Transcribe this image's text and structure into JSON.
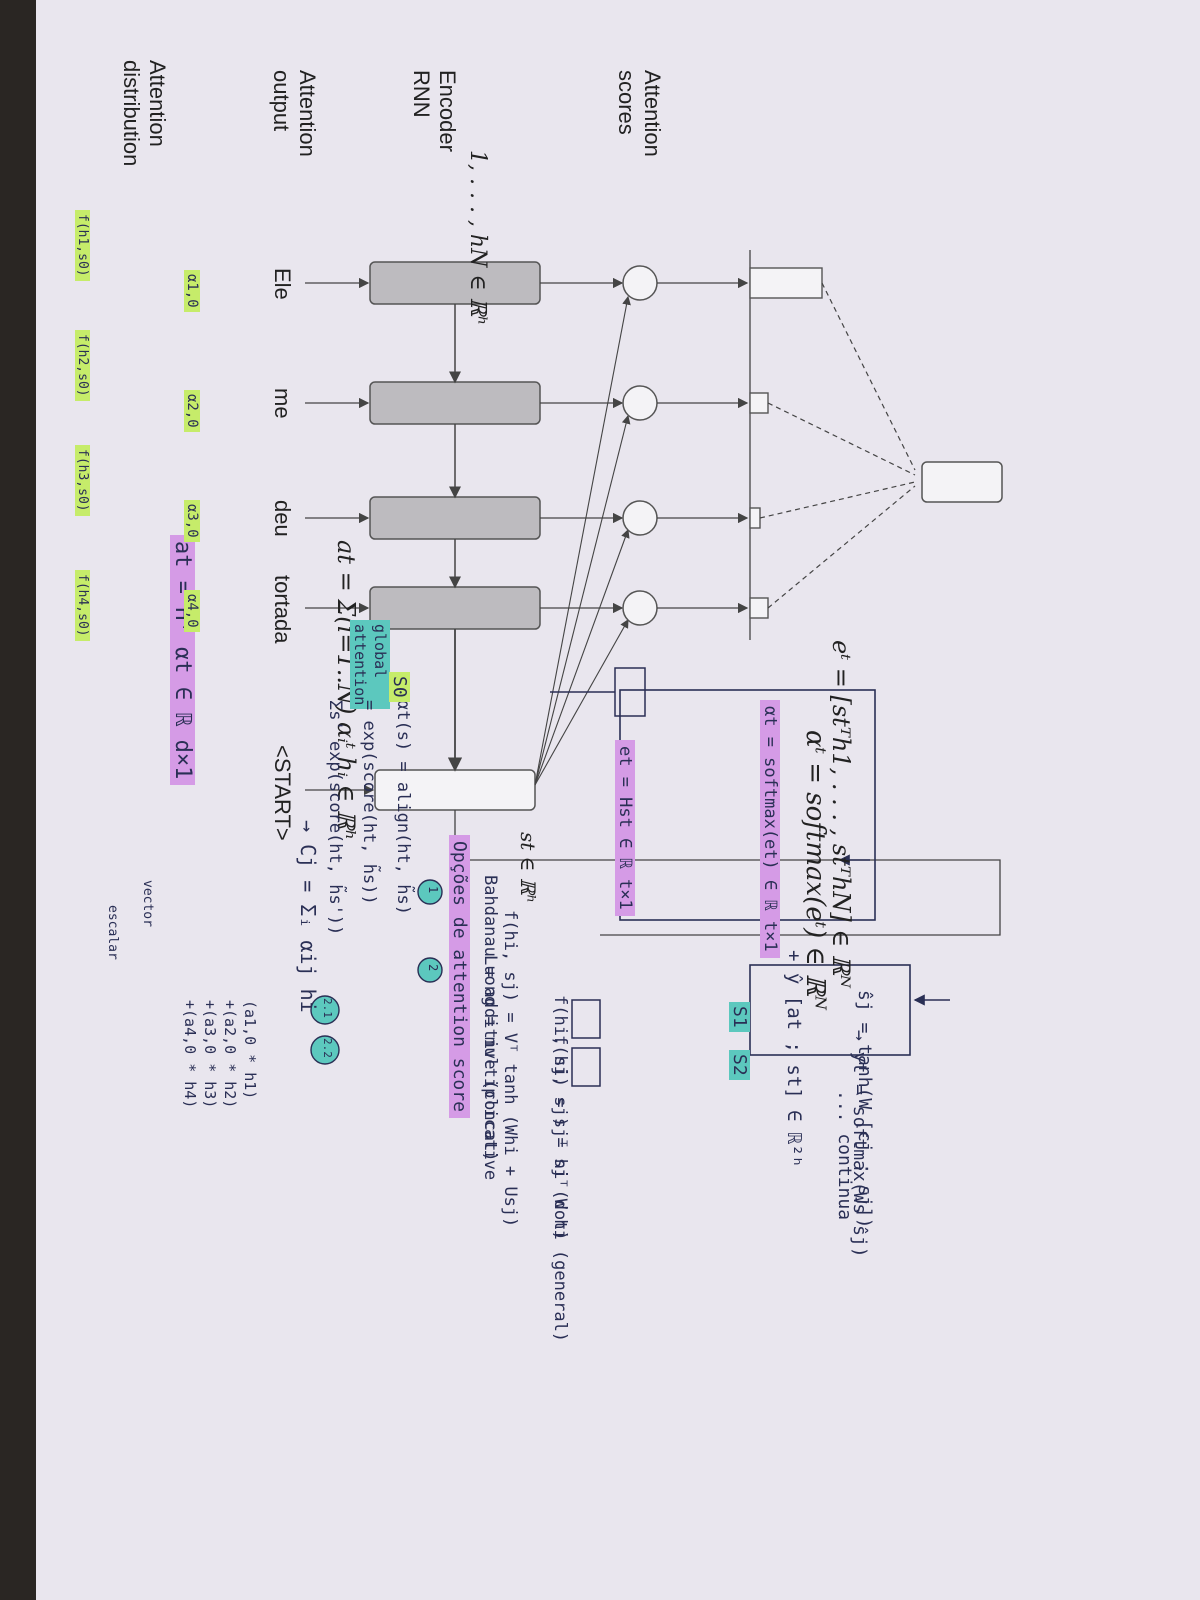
{
  "labels": {
    "attention_output": [
      "Attention",
      "output"
    ],
    "attention_distribution": [
      "Attention",
      "distribution"
    ],
    "attention_scores": [
      "Attention",
      "scores"
    ],
    "encoder_rnn": [
      "Encoder",
      "RNN"
    ],
    "hidden_states": "1, . . . , hN ∈ ℝʰ",
    "decoder_state": "st ∈ ℝʰ"
  },
  "tokens": [
    "Ele",
    "me",
    "deu",
    "tortada",
    "<START>"
  ],
  "formulas": {
    "attention_output": "at = Σ(i=1..N) αᵢᵗ hᵢ ∈ ℝʰ",
    "attention_distribution": "αᵗ = softmax(eᵗ) ∈ ℝᴺ",
    "attention_scores": "eᵗ = [stᵀh1, . . . , stᵀhN] ∈ ℝᴺ"
  },
  "handwritten": {
    "top_formula": "at = Hᵀ αt ∈ ℝ d×1",
    "ct_sum": "→ Cj = Σᵢ αij hi",
    "vector_note": "vector",
    "scalar_note": "escalar",
    "expansion": [
      "(a1,0 * h1)",
      "+(a2,0 * h2)",
      "+(a3,0 * h3)",
      "+(a4,0 * h4)"
    ],
    "global_attention": [
      "global",
      "attention"
    ],
    "align_box": [
      "αt(s) = align(ht, h̃s)",
      "= exp(score(ht, h̃s))",
      "Σs' exp(score(ht, h̃s'))"
    ],
    "softmax_hand": "αt = softmax(et) ∈ ℝ t×1",
    "scores_hand": "et = Hst ∈ ℝ t×1",
    "s0": "S0",
    "s1": "S1",
    "s2": "S2",
    "continua": "... continua",
    "concat_eq": "+ ŷ [at ; st] ∈ ℝ²ʰ",
    "sj_hat": "ŝj = tanh(W [cj ; sj])",
    "yt": "→ yt = softmax(Ws ŝj)",
    "alphas": [
      "α1,0",
      "α2,0",
      "α3,0",
      "α4,0"
    ],
    "scores": [
      "f(h1,s0)",
      "f(h2,s0)",
      "f(h3,s0)",
      "f(h4,s0)"
    ],
    "options_title": "Opções de attention score",
    "opt1": "Bahdanau = additive (concat)",
    "opt1_formula": "f(hi, sj) = Vᵀ tanh (Whi + Usj)",
    "opt2": "Luong = multiplicative",
    "opt21": "f(hi, sj) = sjᵀ hi (dot)",
    "opt22": "f(hi, sj) = sjᵀ W hi (general)",
    "opt_numbers": [
      "1",
      "2",
      "2.1",
      "2.2"
    ]
  },
  "colors": {
    "purple": "#d59be6",
    "green": "#c6ec6a",
    "teal": "#5cc8be",
    "ink": "#2a2f55",
    "box_fill": "#bdbbbf"
  }
}
